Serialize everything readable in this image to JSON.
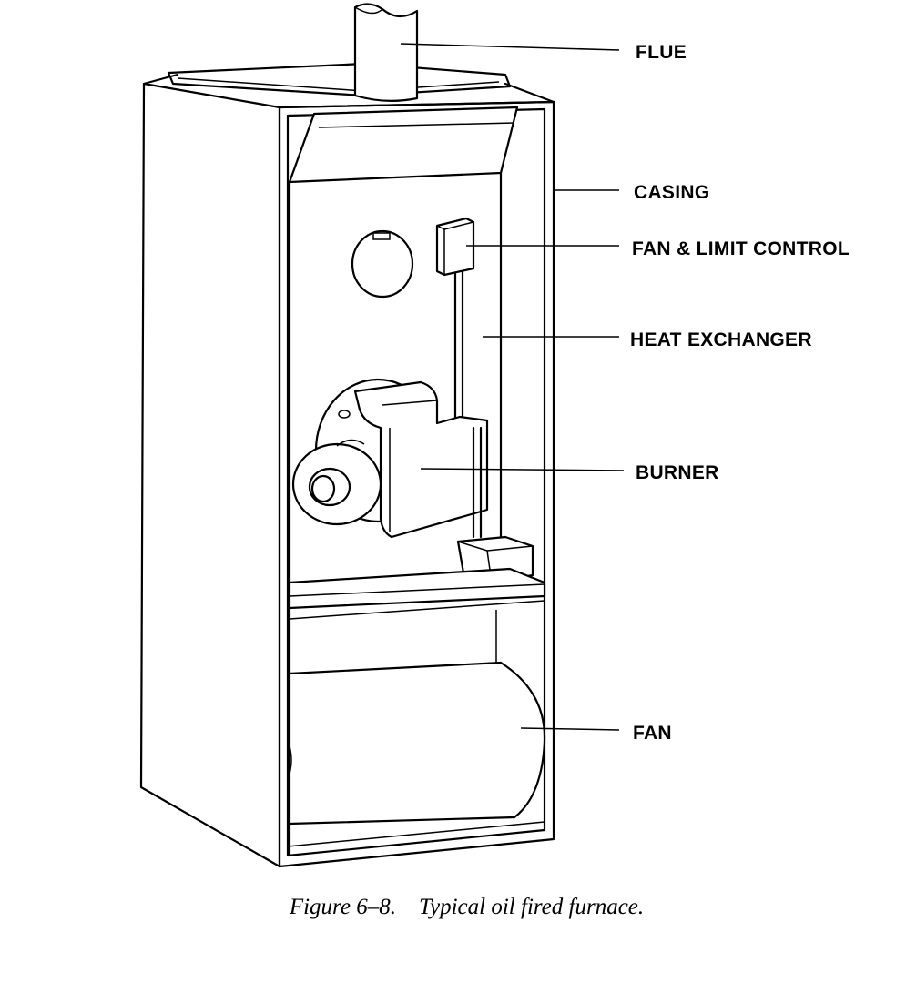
{
  "labels": {
    "flue": "FLUE",
    "casing": "CASING",
    "fan_limit_control": "FAN & LIMIT CONTROL",
    "heat_exchanger": "HEAT EXCHANGER",
    "burner": "BURNER",
    "fan": "FAN"
  },
  "caption": {
    "figure_number": "Figure 6–8.",
    "text": "Typical oil fired furnace."
  }
}
